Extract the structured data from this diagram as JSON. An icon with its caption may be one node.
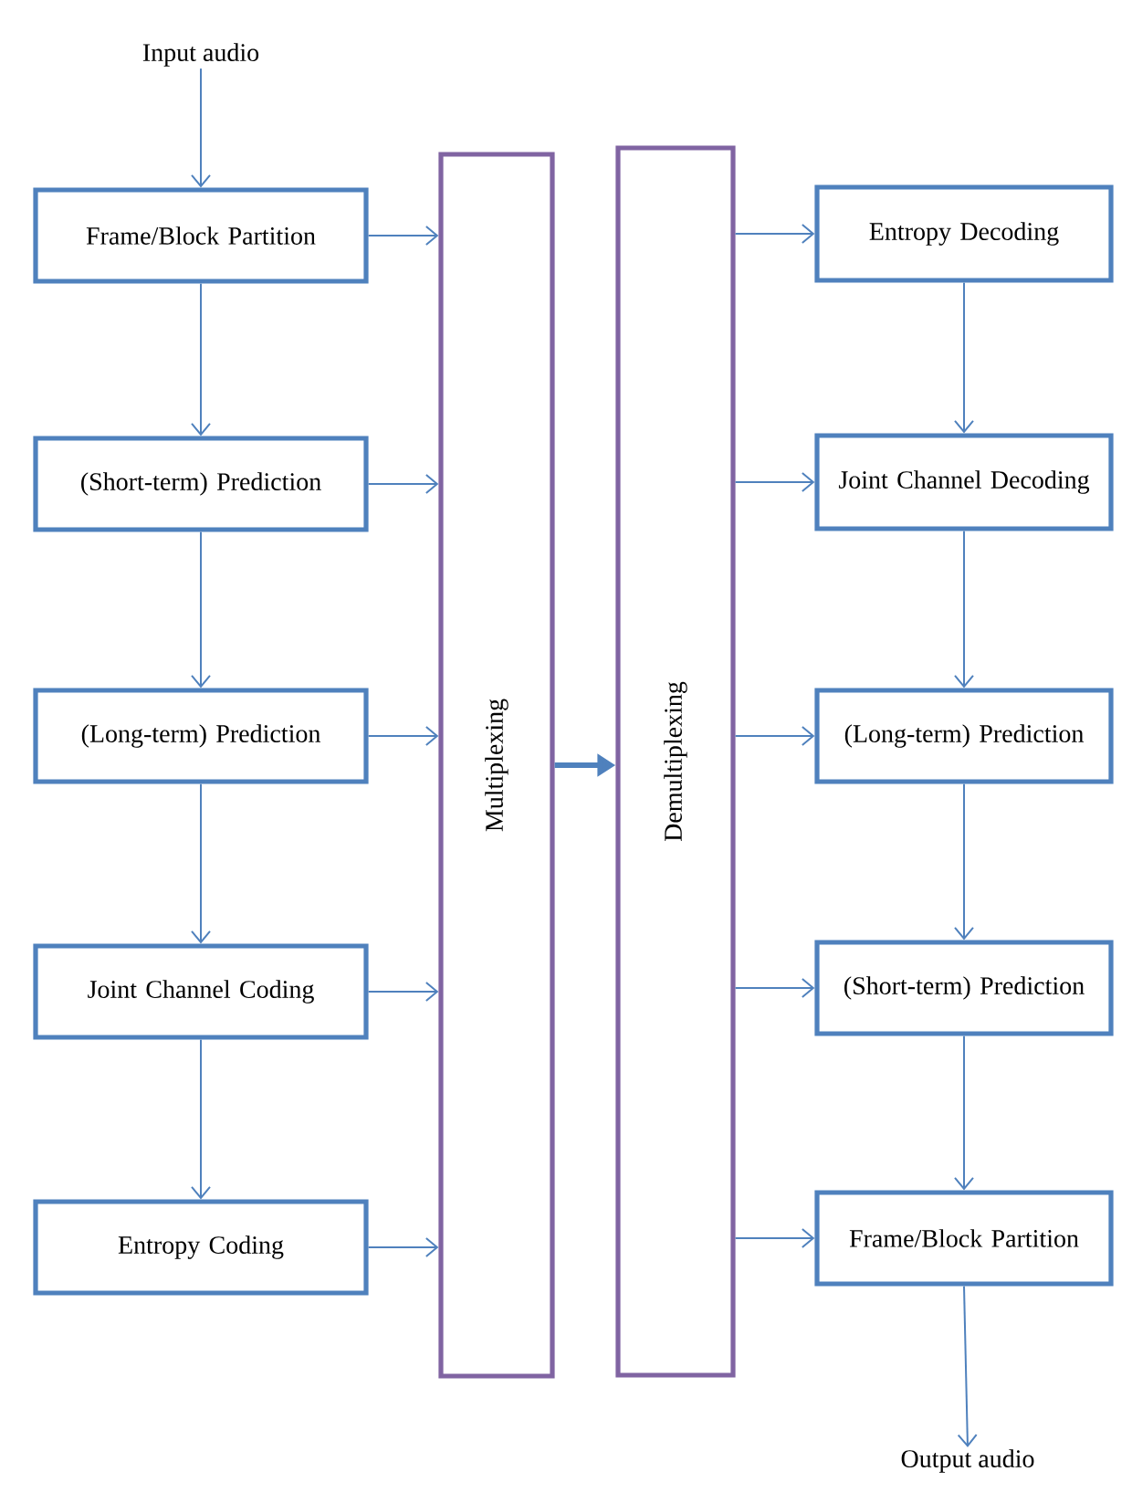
{
  "diagram": {
    "nodes": [
      {
        "text": [
          "Input audio"
        ]
      },
      {
        "text": [
          "Frame/Block Partition"
        ]
      },
      {
        "text": [
          "(Short-term) Prediction"
        ]
      },
      {
        "text": [
          "(Long-term) Prediction"
        ]
      },
      {
        "text": [
          "Joint Channel Coding"
        ]
      },
      {
        "text": [
          "Entropy Coding"
        ]
      },
      {
        "text": [
          "Multiplexing"
        ]
      },
      {
        "text": [
          "Demultiplexing"
        ]
      },
      {
        "text": [
          "Entropy Decoding"
        ]
      },
      {
        "text": [
          "Joint Channel Decoding"
        ]
      },
      {
        "text": [
          "(Long-term) Prediction"
        ]
      },
      {
        "text": [
          "(Short-term) Prediction"
        ]
      },
      {
        "text": [
          "Frame/Block Partition"
        ]
      },
      {
        "text": [
          "Output audio"
        ]
      }
    ],
    "edges": [
      {
        "from": 0,
        "to": 1,
        "arrow": "to"
      },
      {
        "from": 1,
        "to": 2,
        "arrow": "to"
      },
      {
        "from": 2,
        "to": 3,
        "arrow": "to"
      },
      {
        "from": 3,
        "to": 4,
        "arrow": "to"
      },
      {
        "from": 4,
        "to": 5,
        "arrow": "to"
      },
      {
        "from": 1,
        "to": 6,
        "arrow": "to"
      },
      {
        "from": 2,
        "to": 6,
        "arrow": "to"
      },
      {
        "from": 3,
        "to": 6,
        "arrow": "to"
      },
      {
        "from": 4,
        "to": 6,
        "arrow": "to"
      },
      {
        "from": 5,
        "to": 6,
        "arrow": "to"
      },
      {
        "from": 6,
        "to": 7,
        "arrow": "to",
        "style": "thick"
      },
      {
        "from": 7,
        "to": 8,
        "arrow": "to"
      },
      {
        "from": 7,
        "to": 9,
        "arrow": "to"
      },
      {
        "from": 7,
        "to": 10,
        "arrow": "to"
      },
      {
        "from": 7,
        "to": 11,
        "arrow": "to"
      },
      {
        "from": 7,
        "to": 12,
        "arrow": "to"
      },
      {
        "from": 8,
        "to": 9,
        "arrow": "to"
      },
      {
        "from": 9,
        "to": 10,
        "arrow": "to"
      },
      {
        "from": 10,
        "to": 11,
        "arrow": "to"
      },
      {
        "from": 11,
        "to": 12,
        "arrow": "to"
      },
      {
        "from": 12,
        "to": 13,
        "arrow": "to"
      }
    ]
  }
}
